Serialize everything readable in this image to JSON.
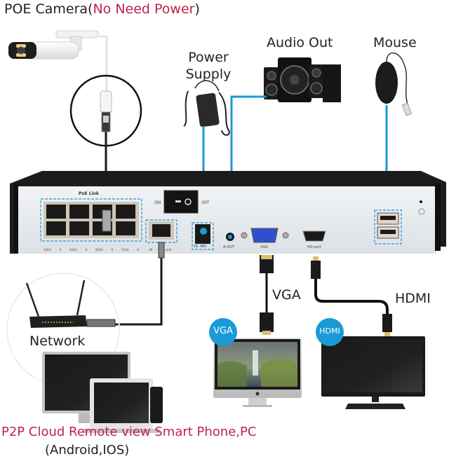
{
  "title": {
    "prefix": "POE Camera(",
    "highlight": "No Need Power",
    "suffix": ")"
  },
  "labels": {
    "power_supply_line1": "Power",
    "power_supply_line2": "Supply",
    "audio_out": "Audio Out",
    "mouse": "Mouse",
    "vga_cable": "VGA",
    "hdmi_cable": "HDMI",
    "network": "Network",
    "vga_badge": "VGA",
    "hdmi_badge": "HDMI",
    "footer_line1": "P2P Cloud Remote view Smart Phone,PC",
    "footer_line2": "(Android,IOS)"
  },
  "nvr": {
    "poe_link_label": "PoE Link",
    "switch_on": "ON",
    "switch_off": "OFF",
    "dc_label": "DC 48V",
    "aout_label": "A-OUT",
    "vga_label": "VGA",
    "hd_label": "HD-port",
    "port_labels": [
      "1(A1)",
      "2",
      "3(A2)",
      "4",
      "5(A3)",
      "6",
      "7(A4)",
      "8"
    ],
    "uplink_label": "UP",
    "link_label": "Link"
  },
  "colors": {
    "accent_blue": "#1a9ad6",
    "highlight_red": "#c0234a",
    "nvr_body": "#1c1c1c",
    "nvr_panel": "#e9ecef"
  }
}
